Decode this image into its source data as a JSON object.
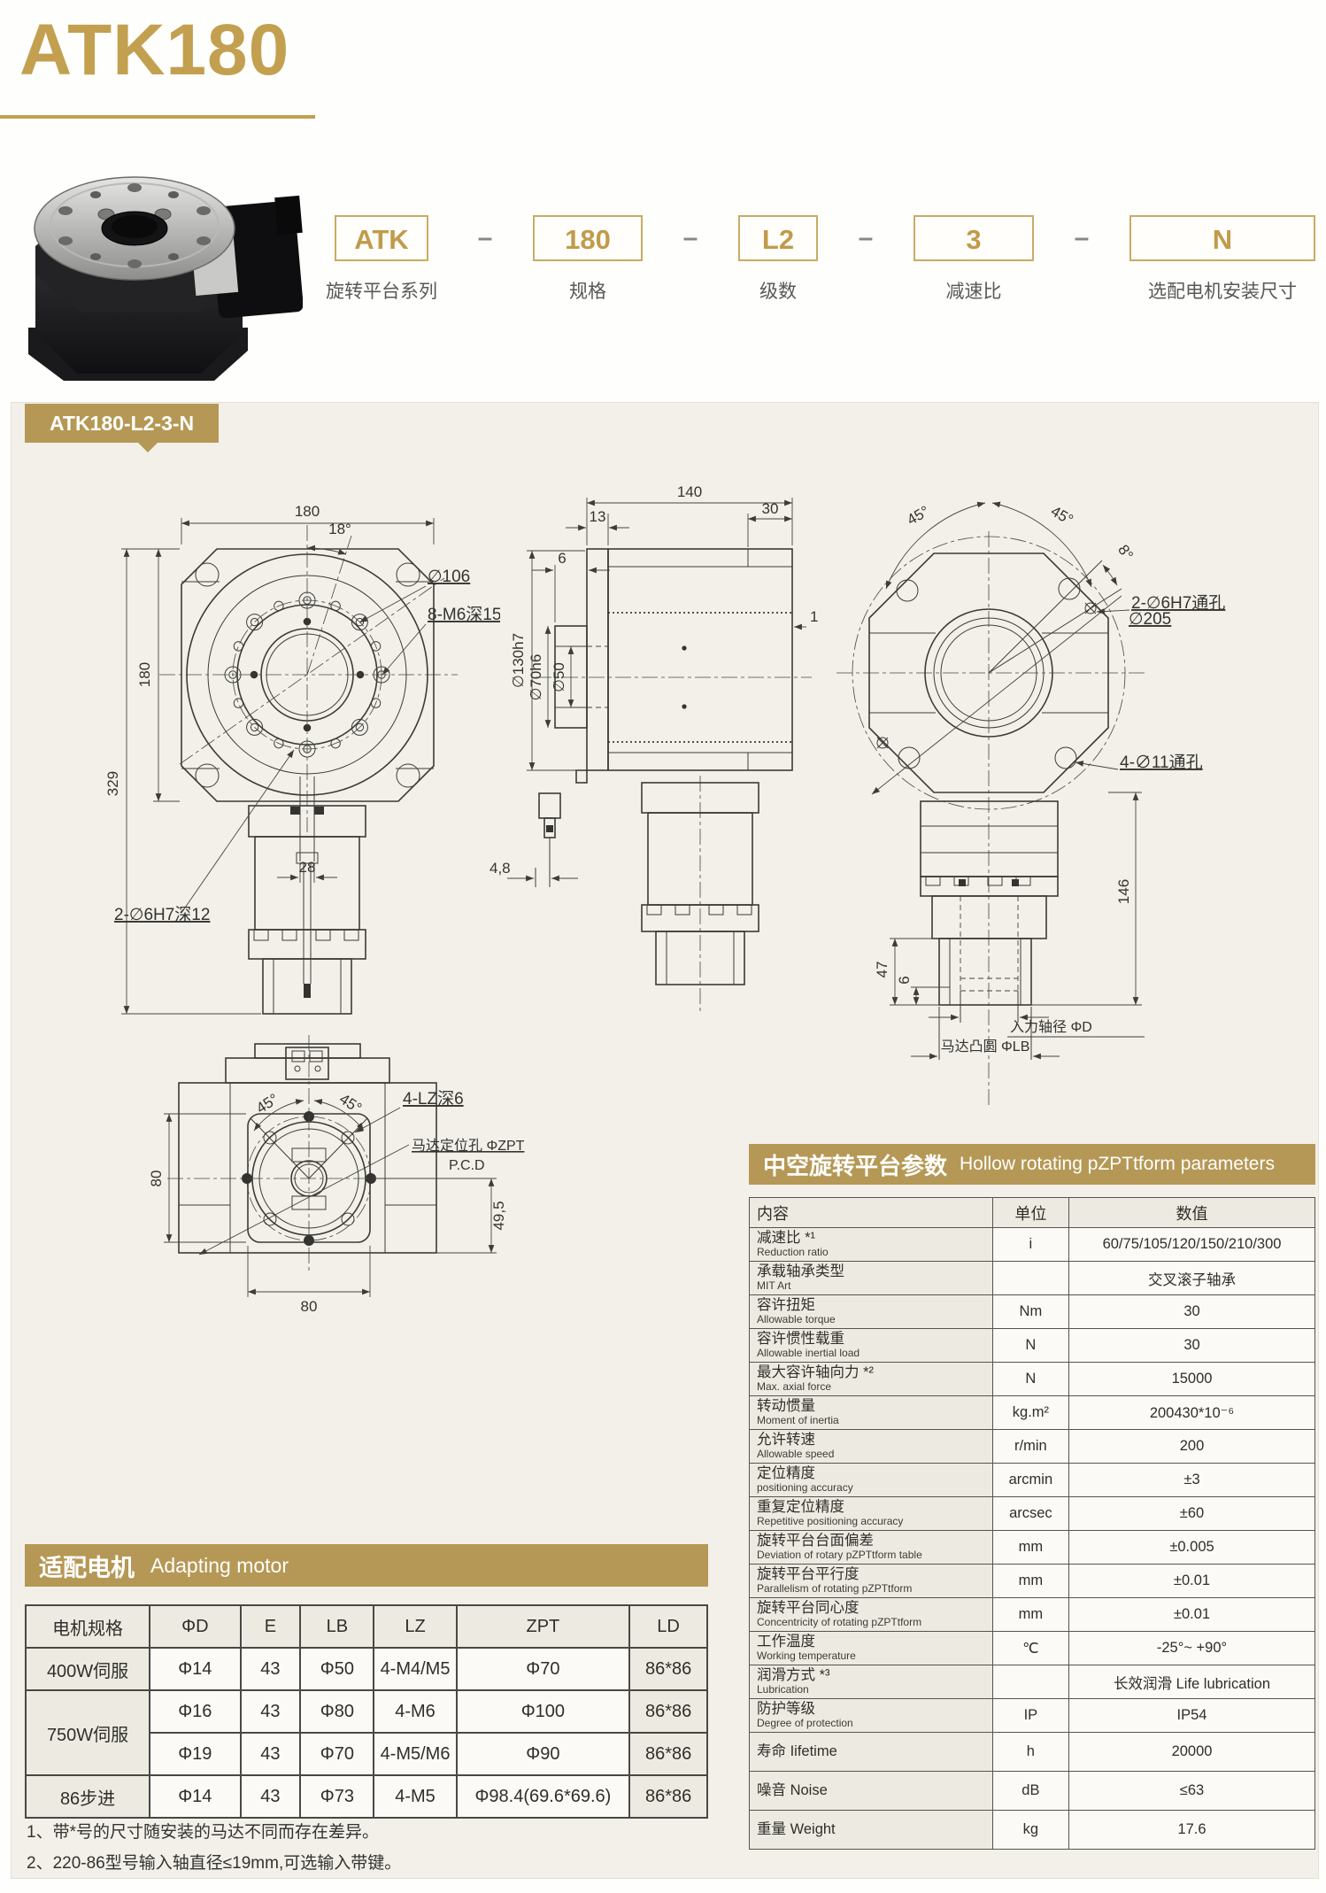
{
  "header": {
    "title": "ATK180"
  },
  "model_code": {
    "separator": "–",
    "segments": [
      {
        "value": "ATK",
        "label": "旋转平台系列"
      },
      {
        "value": "180",
        "label": "规格"
      },
      {
        "value": "L2",
        "label": "级数"
      },
      {
        "value": "3",
        "label": "减速比"
      },
      {
        "value": "N",
        "label": "选配电机安装尺寸"
      }
    ]
  },
  "drawing_section": {
    "badge": "ATK180-L2-3-N"
  },
  "views": {
    "front": {
      "dim_width": "180",
      "dim_angle": "18°",
      "dim_bolt_circle": "∅106",
      "dim_tapped": "8-M6深15",
      "dim_height": "180",
      "dim_total_height": "329",
      "dim_dowel": "2-∅6H7深12",
      "dim_shaft": "28"
    },
    "side": {
      "dim_width": "140",
      "dim_flange": "13",
      "dim_right": "30",
      "dim_boss": "6",
      "dim_d130": "∅130h7",
      "dim_d70": "∅70h6",
      "dim_d50": "∅50",
      "dim_one": "1",
      "dim_step": "4,8"
    },
    "back": {
      "dim_45l": "45°",
      "dim_45r": "45°",
      "dim_8": "8°",
      "dim_dowel": "2-∅6H7通孔",
      "dim_d205": "∅205",
      "dim_thru": "4-∅11通孔",
      "dim_146": "146",
      "dim_47": "47",
      "dim_6": "6",
      "label_shaft": "入力轴径 ΦD",
      "label_boss": "马达凸圆 ΦLB"
    },
    "bottom": {
      "dim_45l": "45°",
      "dim_45r": "45°",
      "dim_lz": "4-LZ深6",
      "label_zpt": "马达定位孔 ΦZPT",
      "label_pcd": "P.C.D",
      "dim_80l": "80",
      "dim_80b": "80",
      "dim_495": "49,5"
    }
  },
  "parameters": {
    "title_zh": "中空旋转平台参数",
    "title_en": "Hollow rotating pZPTtform parameters",
    "columns": [
      "内容",
      "单位",
      "数值"
    ],
    "rows": [
      {
        "zh": "减速比 *¹",
        "en": "Reduction ratio",
        "unit": "i",
        "value": "60/75/105/120/150/210/300"
      },
      {
        "zh": "承载轴承类型",
        "en": "MIT Art",
        "unit": "",
        "value": "交叉滚子轴承"
      },
      {
        "zh": "容许扭矩",
        "en": "Allowable torque",
        "unit": "Nm",
        "value": "30"
      },
      {
        "zh": "容许惯性载重",
        "en": "Allowable inertial load",
        "unit": "N",
        "value": "30"
      },
      {
        "zh": "最大容许轴向力 *²",
        "en": "Max. axial force",
        "unit": "N",
        "value": "15000"
      },
      {
        "zh": "转动惯量",
        "en": "Moment of inertia",
        "unit": "kg.m²",
        "value": "200430*10⁻⁶"
      },
      {
        "zh": "允许转速",
        "en": "Allowable speed",
        "unit": "r/min",
        "value": "200"
      },
      {
        "zh": "定位精度",
        "en": "positioning accuracy",
        "unit": "arcmin",
        "value": "±3"
      },
      {
        "zh": "重复定位精度",
        "en": "Repetitive positioning accuracy",
        "unit": "arcsec",
        "value": "±60"
      },
      {
        "zh": "旋转平台台面偏差",
        "en": "Deviation of rotary pZPTtform table",
        "unit": "mm",
        "value": "±0.005"
      },
      {
        "zh": "旋转平台平行度",
        "en": "Parallelism of rotating pZPTtform",
        "unit": "mm",
        "value": "±0.01"
      },
      {
        "zh": "旋转平台同心度",
        "en": "Concentricity of rotating pZPTtform",
        "unit": "mm",
        "value": "±0.01"
      },
      {
        "zh": "工作温度",
        "en": "Working temperature",
        "unit": "℃",
        "value": "-25°~ +90°"
      },
      {
        "zh": "润滑方式 *³",
        "en": "Lubrication",
        "unit": "",
        "value": "长效润滑 Life lubrication"
      },
      {
        "zh": "防护等级",
        "en": "Degree of protection",
        "unit": "IP",
        "value": "IP54"
      },
      {
        "zh": "寿命 Iifetime",
        "en": "",
        "unit": "h",
        "value": "20000"
      },
      {
        "zh": "噪音 Noise",
        "en": "",
        "unit": "dB",
        "value": "≤63"
      },
      {
        "zh": "重量 Weight",
        "en": "",
        "unit": "kg",
        "value": "17.6"
      }
    ]
  },
  "motor_table": {
    "title_zh": "适配电机",
    "title_en": "Adapting motor",
    "columns": [
      "电机规格",
      "ΦD",
      "E",
      "LB",
      "LZ",
      "ZPT",
      "LD"
    ],
    "rows": [
      {
        "spec": "400W伺服",
        "d": "Φ14",
        "e": "43",
        "lb": "Φ50",
        "lz": "4-M4/M5",
        "zpt": "Φ70",
        "ld": "86*86"
      },
      {
        "spec": "750W伺服",
        "d": "Φ16",
        "e": "43",
        "lb": "Φ80",
        "lz": "4-M6",
        "zpt": "Φ100",
        "ld": "86*86"
      },
      {
        "spec": "",
        "d": "Φ19",
        "e": "43",
        "lb": "Φ70",
        "lz": "4-M5/M6",
        "zpt": "Φ90",
        "ld": "86*86"
      },
      {
        "spec": "86步进",
        "d": "Φ14",
        "e": "43",
        "lb": "Φ73",
        "lz": "4-M5",
        "zpt": "Φ98.4(69.6*69.6)",
        "ld": "86*86"
      }
    ]
  },
  "notes": {
    "line1": "1、带*号的尺寸随安装的马达不同而存在差异。",
    "line2": "2、220-86型号输入轴直径≤19mm,可选输入带键。"
  },
  "colors": {
    "accent_gold": "#b59855",
    "title_gold": "#c2a04f",
    "panel_bg": "#f2f0e9"
  }
}
